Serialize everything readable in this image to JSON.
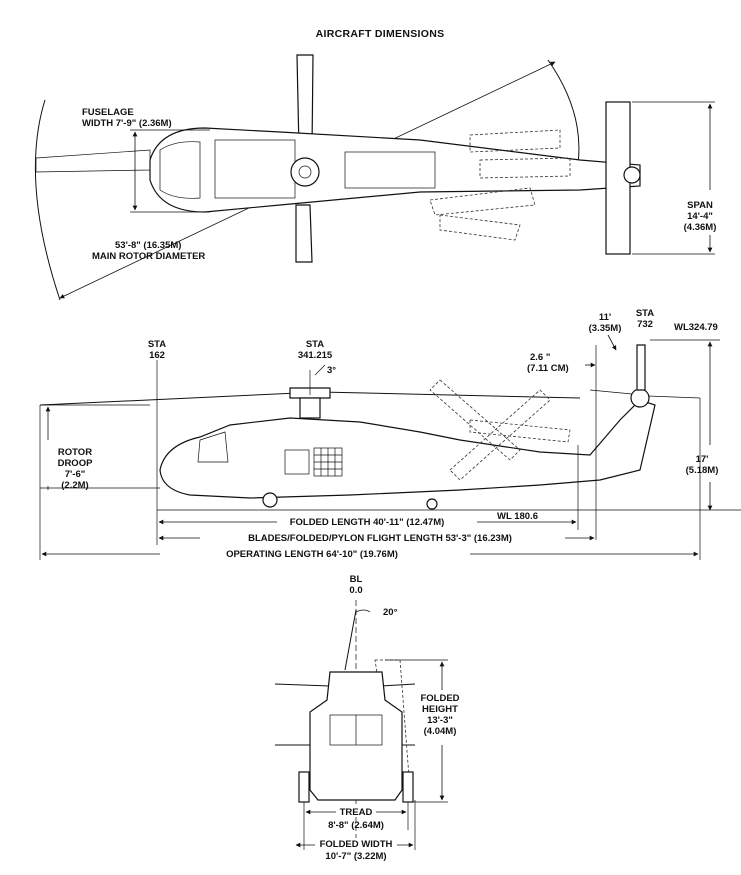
{
  "title": "AIRCRAFT DIMENSIONS",
  "top_view": {
    "fuselage_width": [
      "FUSELAGE",
      "WIDTH 7'-9\" (2.36M)"
    ],
    "rotor_diameter": [
      "53'-8\" (16.35M)",
      "MAIN ROTOR DIAMETER"
    ],
    "span": [
      "SPAN",
      "14'-4\"",
      "(4.36M)"
    ]
  },
  "side_view": {
    "sta_162": [
      "STA",
      "162"
    ],
    "sta_341": [
      "STA",
      "341.215"
    ],
    "angle_3": "3°",
    "rotor_droop": [
      "ROTOR",
      "DROOP",
      "7'-6\"",
      "(2.2M)"
    ],
    "clear_2_6": [
      "2.6 \"",
      "(7.11 CM)"
    ],
    "clear_11": [
      "11'",
      "(3.35M)"
    ],
    "sta_732": [
      "STA",
      "732"
    ],
    "wl_324": "WL324.79",
    "height_17": [
      "17'",
      "(5.18M)"
    ],
    "wl_180": "WL 180.6",
    "folded_length": "FOLDED LENGTH 40'-11\" (12.47M)",
    "flight_length": "BLADES/FOLDED/PYLON FLIGHT LENGTH 53'-3\" (16.23M)",
    "operating_length": "OPERATING LENGTH 64'-10\" (19.76M)"
  },
  "front_view": {
    "bl": [
      "BL",
      "0.0"
    ],
    "angle_20": "20°",
    "folded_height": [
      "FOLDED",
      "HEIGHT",
      "13'-3\"",
      "(4.04M)"
    ],
    "tread": [
      "TREAD",
      "8'-8\" (2.64M)"
    ],
    "folded_width": [
      "FOLDED WIDTH",
      "10'-7\" (3.22M)"
    ]
  }
}
